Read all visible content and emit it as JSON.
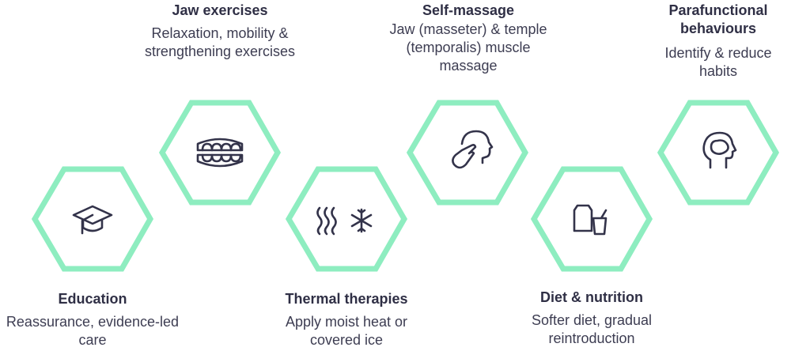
{
  "colors": {
    "hex_stroke": "#8eedc0",
    "icon": "#33334a"
  },
  "steps": [
    {
      "title": "Education",
      "desc": "Reassurance, evidence-led care",
      "icon": "graduation-cap-icon"
    },
    {
      "title": "Jaw exercises",
      "desc": "Relaxation, mobility & strengthening exercises",
      "icon": "teeth-icon"
    },
    {
      "title": "Thermal therapies",
      "desc": "Apply moist heat or covered ice",
      "icon": "heat-and-snowflake-icon"
    },
    {
      "title": "Self-massage",
      "desc": "Jaw (masseter) & temple (temporalis) muscle massage",
      "icon": "face-massage-icon"
    },
    {
      "title": "Diet & nutrition",
      "desc": "Softer diet, gradual reintroduction",
      "icon": "food-and-drink-icon"
    },
    {
      "title": "Parafunctional behaviours",
      "desc": "Identify & reduce habits",
      "icon": "brain-head-icon"
    }
  ]
}
